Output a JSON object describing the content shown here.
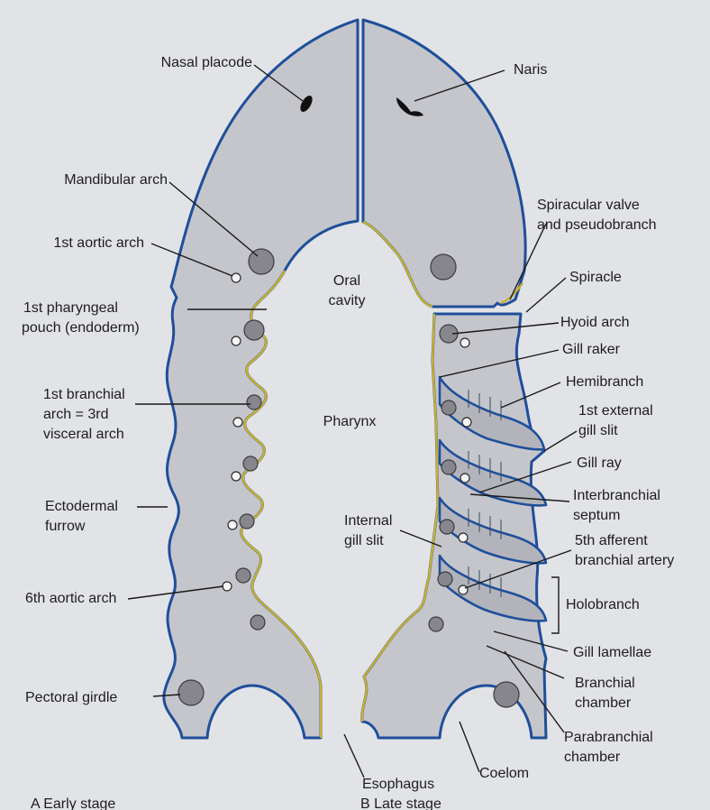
{
  "labels": {
    "nasal_placode": "Nasal placode",
    "naris": "Naris",
    "mandibular_arch": "Mandibular arch",
    "spiracular_valve_1": "Spiracular valve",
    "spiracular_valve_2": "and pseudobranch",
    "first_aortic_arch": "1st aortic arch",
    "spiracle": "Spiracle",
    "oral_cavity_1": "Oral",
    "oral_cavity_2": "cavity",
    "first_pharyngeal_pouch_1": "1st pharyngeal",
    "first_pharyngeal_pouch_2": "pouch (endoderm)",
    "hyoid_arch": "Hyoid arch",
    "gill_raker": "Gill raker",
    "first_branchial_arch_1": "1st branchial",
    "first_branchial_arch_2": "arch = 3rd",
    "first_branchial_arch_3": "visceral arch",
    "hemibranch": "Hemibranch",
    "first_external_gill_slit_1": "1st external",
    "first_external_gill_slit_2": "gill slit",
    "pharynx": "Pharynx",
    "gill_ray": "Gill ray",
    "ectodermal_furrow_1": "Ectodermal",
    "ectodermal_furrow_2": "furrow",
    "interbranchial_septum_1": "Interbranchial",
    "interbranchial_septum_2": "septum",
    "internal_gill_slit_1": "Internal",
    "internal_gill_slit_2": "gill slit",
    "fifth_afferent_artery_1": "5th afferent",
    "fifth_afferent_artery_2": "branchial artery",
    "sixth_aortic_arch": "6th aortic arch",
    "holobranch": "Holobranch",
    "gill_lamellae": "Gill lamellae",
    "pectoral_girdle": "Pectoral girdle",
    "branchial_chamber_1": "Branchial",
    "branchial_chamber_2": "chamber",
    "parabranchial_chamber_1": "Parabranchial",
    "parabranchial_chamber_2": "chamber",
    "esophagus": "Esophagus",
    "coelom": "Coelom",
    "caption_a": "A  Early stage",
    "caption_b": "B  Late stage"
  },
  "colors": {
    "background": "#e2e3e7",
    "tissue": "#c5c6cc",
    "ectoderm": "#1e4f9a",
    "endoderm": "#c9b12e",
    "vessel": "#86868c"
  }
}
